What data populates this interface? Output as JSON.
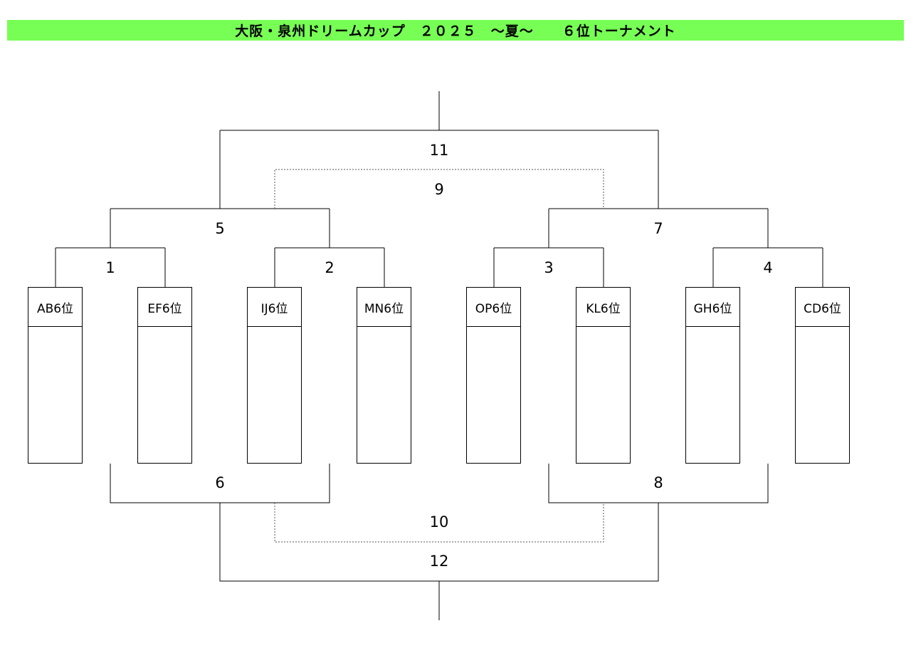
{
  "header": {
    "title": "大阪・泉州ドリームカップ　２０２５　～夏～　　６位トーナメント",
    "background_color": "#77ff55"
  },
  "teams": [
    "AB6位",
    "EF6位",
    "IJ6位",
    "MN6位",
    "OP6位",
    "KL6位",
    "GH6位",
    "CD6位"
  ],
  "matches": {
    "m1": "1",
    "m2": "2",
    "m3": "3",
    "m4": "4",
    "m5": "5",
    "m6": "6",
    "m7": "7",
    "m8": "8",
    "m9": "9",
    "m10": "10",
    "m11": "11",
    "m12": "12"
  }
}
